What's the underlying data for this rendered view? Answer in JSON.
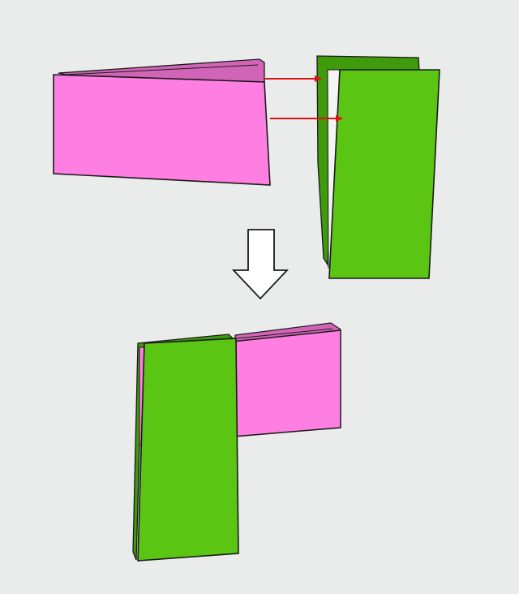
{
  "diagram": {
    "background": "#e9eceb",
    "colors": {
      "pink": "#ff7ee1",
      "pink_inner": "#d264b8",
      "pink_dark": "#b04d9c",
      "green": "#5ac513",
      "green_dark": "#3f9a0c",
      "outline": "#1a1a1a",
      "arrow": "#e01010",
      "flow_arrow_fill": "#ffffff"
    },
    "steps": [
      {
        "name": "step-1-pink-folded-strip",
        "shape": "folded-strip",
        "color": "pink"
      },
      {
        "name": "step-1-green-folded-strip",
        "shape": "folded-strip",
        "color": "green"
      },
      {
        "name": "step-2-interlocked-strips",
        "shape": "interlocked",
        "colors": [
          "green",
          "pink"
        ]
      }
    ],
    "connectors": [
      {
        "name": "insert-arrow-top",
        "style": "red-arrow"
      },
      {
        "name": "insert-arrow-bottom",
        "style": "red-arrow"
      },
      {
        "name": "flow-down-arrow",
        "style": "hollow-down-arrow"
      }
    ]
  }
}
